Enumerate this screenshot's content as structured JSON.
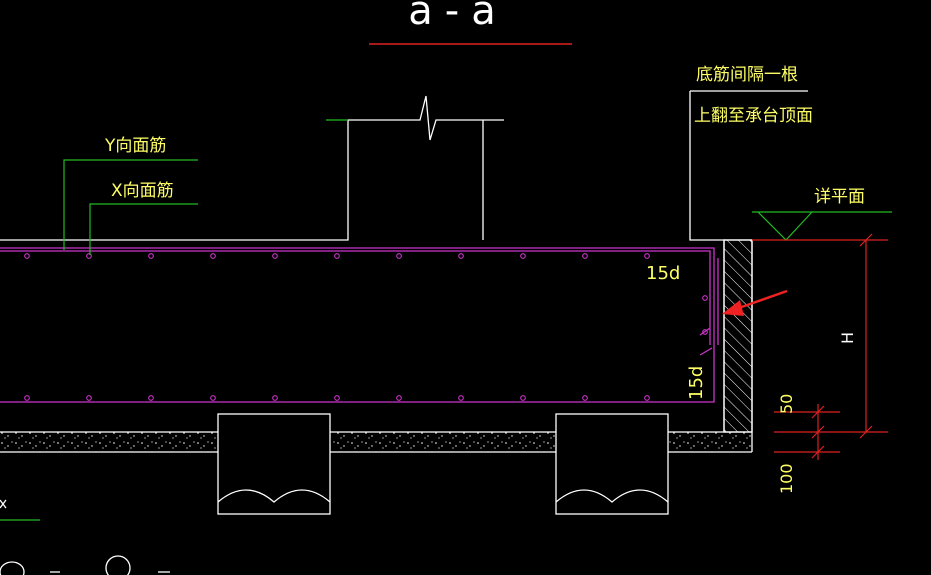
{
  "drawing": {
    "section_title": "a-a",
    "labels": {
      "y_rebar": "Y向面筋",
      "x_rebar": "X向面筋",
      "bottom_rebar_line1": "底筋间隔一根",
      "bottom_rebar_line2": "上翻至承台顶面",
      "detail_plan": "详平面",
      "anchor_top": "15d",
      "anchor_side": "15d",
      "dim_h": "H",
      "dim_50": "50",
      "dim_100": "100"
    },
    "colors": {
      "background": "#000000",
      "outline": "#ffffff",
      "rebar": "#cc33cc",
      "leader": "#22bb22",
      "text": "#ffff66",
      "dimension": "#dd2222",
      "arrow": "#ee2222"
    }
  }
}
